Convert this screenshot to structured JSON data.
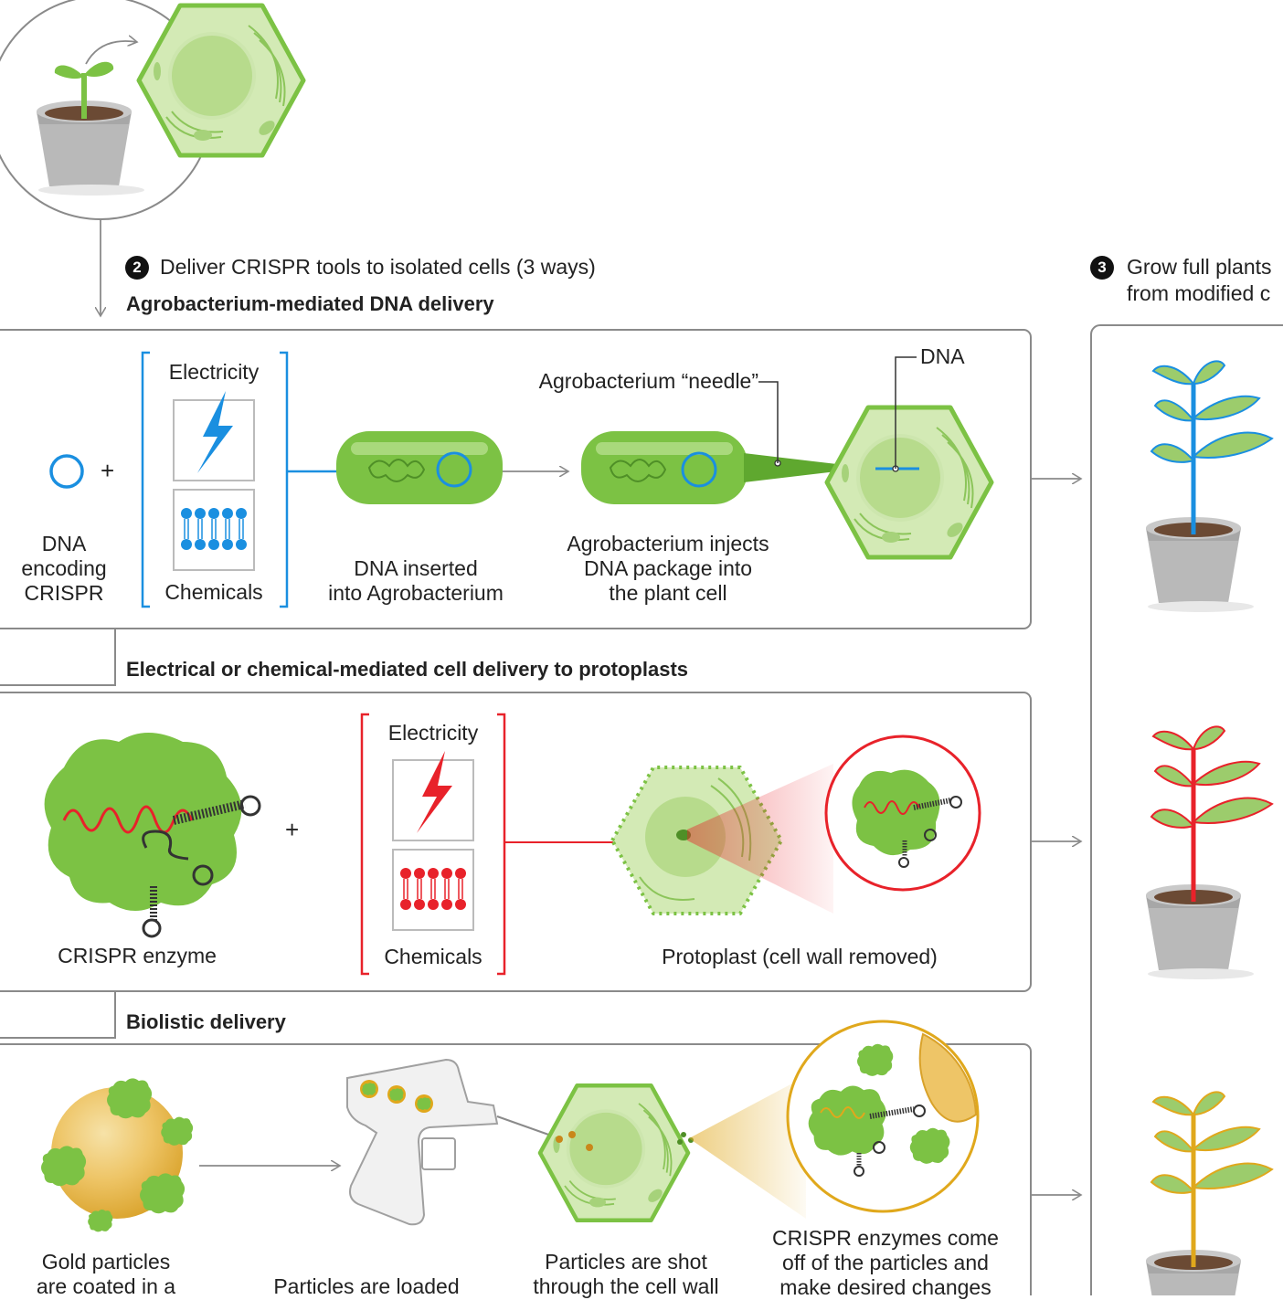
{
  "step2": {
    "number": "2",
    "title": "Deliver CRISPR tools to isolated cells (3 ways)"
  },
  "step3": {
    "number": "3",
    "title_line1": "Grow full plants",
    "title_line2": "from modified c"
  },
  "agro": {
    "heading": "Agrobacterium-mediated DNA delivery",
    "dna_label": "DNA\nencoding\nCRISPR",
    "plus": "+",
    "electricity": "Electricity",
    "chemicals": "Chemicals",
    "inserted": "DNA inserted\ninto Agrobacterium",
    "needle": "Agrobacterium “needle”",
    "dna": "DNA",
    "injects": "Agrobacterium injects\nDNA package into\nthe plant cell"
  },
  "electro": {
    "heading": "Electrical or chemical-mediated cell delivery to protoplasts",
    "enzyme": "CRISPR enzyme",
    "plus": "+",
    "electricity": "Electricity",
    "chemicals": "Chemicals",
    "protoplast": "Protoplast (cell wall removed)"
  },
  "bio": {
    "heading": "Biolistic delivery",
    "gold": "Gold particles\nare coated in a",
    "loaded": "Particles are loaded",
    "shot": "Particles are shot\nthrough the cell wall",
    "come_off": "CRISPR enzymes come\noff of the particles and\nmake desired changes"
  },
  "colors": {
    "blue": "#1a8fe0",
    "red": "#e8222a",
    "gold": "#e0a81c",
    "green": "#7cc244",
    "light_green": "#d3eab5",
    "pot": "#b8b8b8",
    "gray_line": "#8a8a8a"
  }
}
